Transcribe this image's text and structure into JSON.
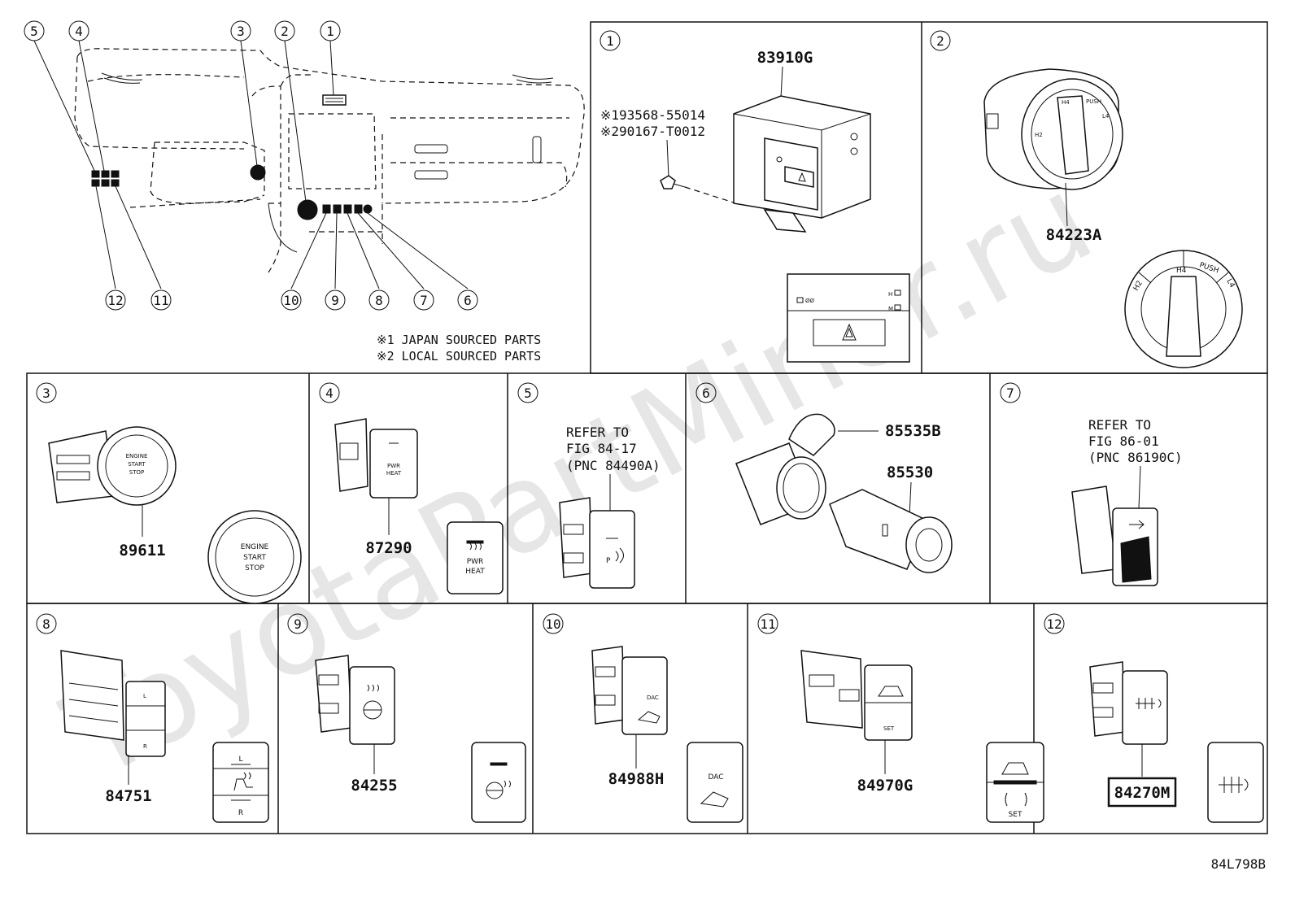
{
  "watermark": "ToyotaPartMiner.ru",
  "diagram_code": "84L798B",
  "notes": [
    "※1 JAPAN SOURCED PARTS",
    "※2 LOCAL SOURCED PARTS"
  ],
  "overview_callouts": [
    "1",
    "2",
    "3",
    "4",
    "5",
    "6",
    "7",
    "8",
    "9",
    "10",
    "11",
    "12"
  ],
  "panels": {
    "p1": {
      "num": "1",
      "part": "83910G",
      "screws": [
        "※193568-55014",
        "※290167-T0012"
      ]
    },
    "p2": {
      "num": "2",
      "part": "84223A",
      "labels": [
        "H4",
        "PUSH",
        "H2",
        "L4"
      ]
    },
    "p3": {
      "num": "3",
      "part": "89611",
      "button": [
        "ENGINE",
        "START",
        "STOP"
      ]
    },
    "p4": {
      "num": "4",
      "part": "87290",
      "icon": [
        "PWR",
        "HEAT"
      ]
    },
    "p5": {
      "num": "5",
      "ref": [
        "REFER TO",
        "FIG 84-17",
        "(PNC 84490A)"
      ]
    },
    "p6": {
      "num": "6",
      "parts": [
        "85535B",
        "85530"
      ]
    },
    "p7": {
      "num": "7",
      "ref": [
        "REFER TO",
        "FIG 86-01",
        "(PNC 86190C)"
      ]
    },
    "p8": {
      "num": "8",
      "part": "84751",
      "labels": [
        "L",
        "R"
      ]
    },
    "p9": {
      "num": "9",
      "part": "84255"
    },
    "p10": {
      "num": "10",
      "part": "84988H",
      "label": "DAC"
    },
    "p11": {
      "num": "11",
      "part": "84970G",
      "label": "SET"
    },
    "p12": {
      "num": "12",
      "part": "84270M"
    }
  }
}
